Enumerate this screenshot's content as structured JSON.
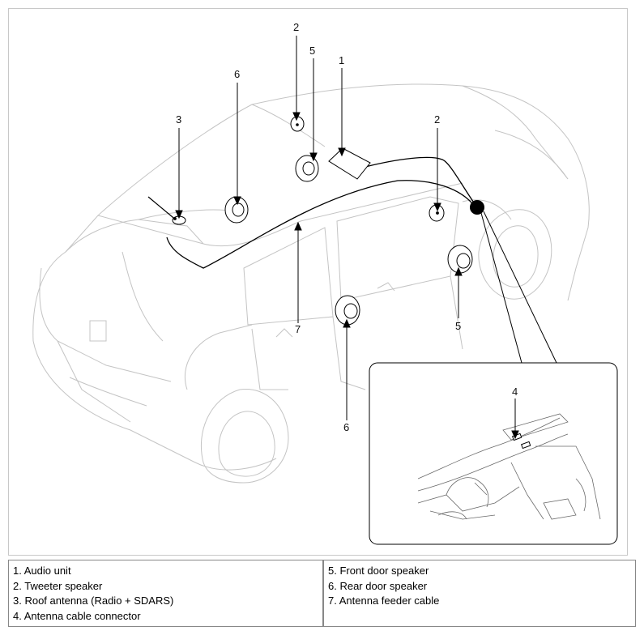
{
  "diagram": {
    "callouts": [
      {
        "id": "c1",
        "text": "1"
      },
      {
        "id": "c2a",
        "text": "2"
      },
      {
        "id": "c2b",
        "text": "2"
      },
      {
        "id": "c3",
        "text": "3"
      },
      {
        "id": "c4",
        "text": "4"
      },
      {
        "id": "c5a",
        "text": "5"
      },
      {
        "id": "c5b",
        "text": "5"
      },
      {
        "id": "c6a",
        "text": "6"
      },
      {
        "id": "c6b",
        "text": "6"
      },
      {
        "id": "c7",
        "text": "7"
      }
    ]
  },
  "legend": {
    "left": [
      "1. Audio unit",
      "2. Tweeter speaker",
      "3. Roof antenna (Radio + SDARS)",
      "4. Antenna cable connector"
    ],
    "right": [
      "5. Front door speaker",
      "6. Rear door speaker",
      "7. Antenna feeder cable"
    ]
  },
  "colors": {
    "car_outline": "#c4c4c4",
    "component_lines": "#000000"
  }
}
